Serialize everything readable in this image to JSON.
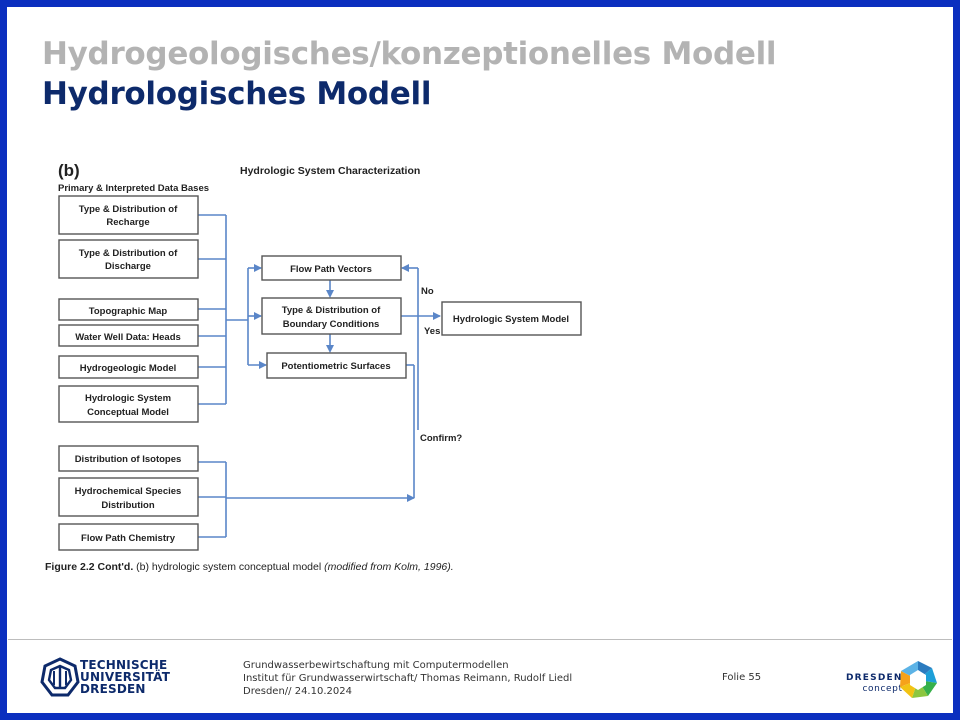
{
  "slide": {
    "title_secondary": "Hydrogeologisches/konzeptionelles Modell",
    "title_primary": "Hydrologisches Modell"
  },
  "figure": {
    "panel_label": "(b)",
    "header": "Hydrologic System Characterization",
    "data_bases_label": "Primary & Interpreted Data Bases",
    "inputs": [
      {
        "line1": "Type & Distribution of",
        "line2": "Recharge"
      },
      {
        "line1": "Type & Distribution of",
        "line2": "Discharge"
      },
      {
        "line1": "Topographic Map",
        "line2": ""
      },
      {
        "line1": "Water Well Data: Heads",
        "line2": ""
      },
      {
        "line1": "Hydrogeologic Model",
        "line2": ""
      },
      {
        "line1": "Hydrologic System",
        "line2": "Conceptual Model"
      }
    ],
    "chemistry_inputs": [
      {
        "line1": "Distribution of Isotopes",
        "line2": ""
      },
      {
        "line1": "Hydrochemical Species",
        "line2": "Distribution"
      },
      {
        "line1": "Flow Path Chemistry",
        "line2": ""
      }
    ],
    "middle": [
      {
        "line1": "Flow Path Vectors",
        "line2": ""
      },
      {
        "line1": "Type & Distribution of",
        "line2": "Boundary Conditions"
      },
      {
        "line1": "Potentiometric Surfaces",
        "line2": ""
      }
    ],
    "output": "Hydrologic System Model",
    "label_no": "No",
    "label_yes": "Yes",
    "label_confirm": "Confirm?",
    "caption_bold": "Figure 2.2  Cont'd.",
    "caption_text": " (b) hydrologic system conceptual model ",
    "caption_italic": "(modified from Kolm, 1996)."
  },
  "footer": {
    "university": [
      "TECHNISCHE",
      "UNIVERSITÄT",
      "DRESDEN"
    ],
    "course": "Grundwasserbewirtschaftung mit Computermodellen",
    "institute": "Institut für Grundwasserwirtschaft/ Thomas Reimann, Rudolf Liedl",
    "place_date": "Dresden// 24.10.2024",
    "folio": "Folie 55",
    "partner_name": "DRESDEN",
    "partner_sub": "concept"
  },
  "colors": {
    "frame": "#0b2fbf",
    "title_secondary": "#b3b3b3",
    "title_primary": "#0d2a6b",
    "connector": "#5a86c8"
  }
}
